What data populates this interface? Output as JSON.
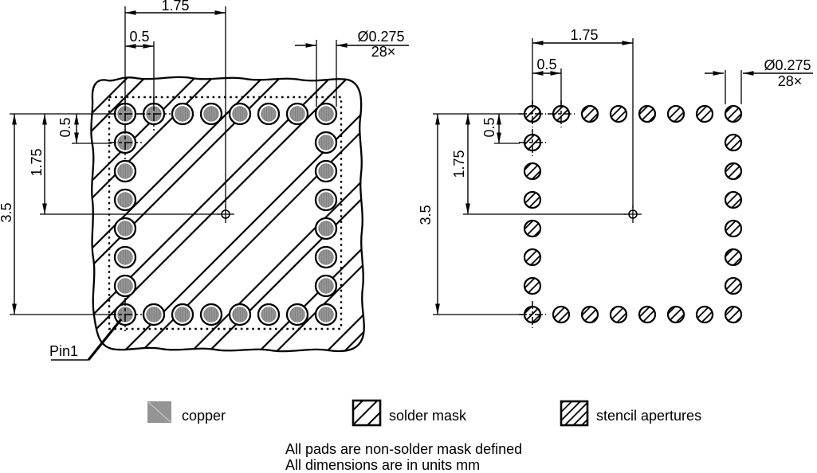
{
  "drawing": {
    "left_view": {
      "dim_span_h": "1.75",
      "dim_pitch_h": "0.5",
      "pad_diameter": "Ø0.275",
      "pad_count": "28×",
      "dim_pitch_v": "0.5",
      "dim_span_v": "1.75",
      "dim_total_v": "3.5",
      "pin1_label": "Pin1"
    },
    "right_view": {
      "dim_span_h": "1.75",
      "dim_pitch_h": "0.5",
      "pad_diameter": "Ø0.275",
      "pad_count": "28×",
      "dim_pitch_v": "0.5",
      "dim_span_v": "1.75",
      "dim_total_v": "3.5"
    },
    "legend": {
      "copper_label": "copper",
      "solder_mask_label": "solder mask",
      "stencil_label": "stencil apertures"
    },
    "notes": {
      "line1": "All pads are non-solder mask defined",
      "line2": "All dimensions are in units mm"
    },
    "geometry": {
      "pad_count": 28,
      "pitch_mm": 0.5,
      "pad_diameter_mm": 0.275,
      "row_span_mm": 3.5
    },
    "colors": {
      "copper_fill": "#949494",
      "line": "#000000",
      "background": "#ffffff"
    }
  }
}
